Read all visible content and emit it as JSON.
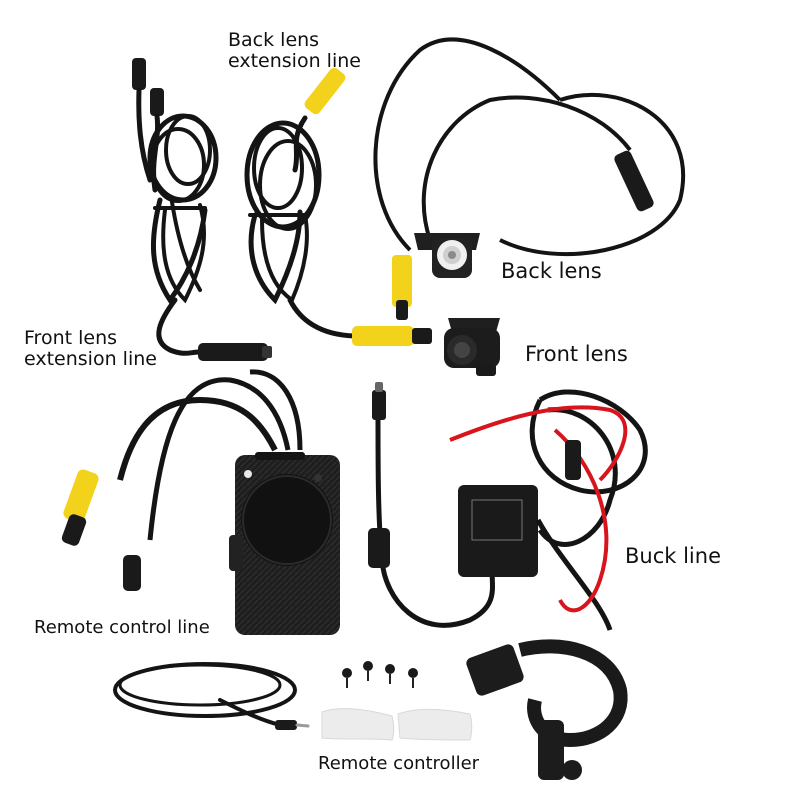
{
  "labels": {
    "back_lens_extension_line": [
      "Back lens",
      "extension line"
    ],
    "front_lens_extension_line": [
      "Front lens",
      "extension line"
    ],
    "back_lens": "Back lens",
    "front_lens": "Front lens",
    "buck_line": "Buck line",
    "remote_control_line": "Remote control line",
    "remote_controller": "Remote controller"
  },
  "colors": {
    "cable": "#141414",
    "connector_yellow": "#f2d21b",
    "red_wire": "#d8141c",
    "housing": "#1c1c1c"
  }
}
